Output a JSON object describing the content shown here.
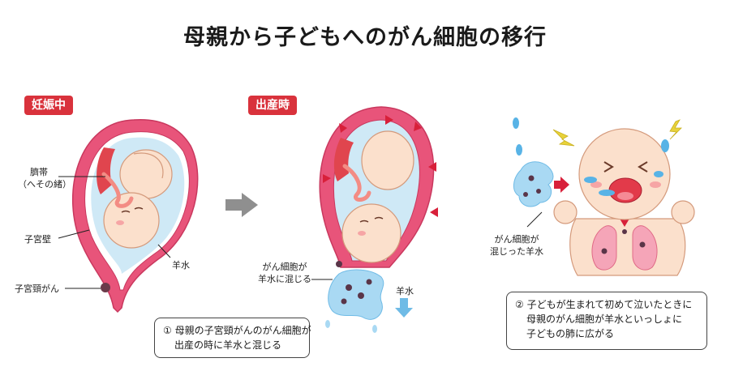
{
  "title": "母親から子どもへのがん細胞の移行",
  "panels": {
    "pregnancy": {
      "badge": "妊娠中",
      "labels": {
        "umbilical_cord": "臍帯",
        "umbilical_cord_note": "（へその緒）",
        "uterine_wall": "子宮壁",
        "amniotic_fluid": "羊水",
        "cervical_cancer": "子宮頸がん"
      }
    },
    "birth": {
      "badge": "出産時",
      "labels": {
        "cells_mix_line1": "がん細胞が",
        "cells_mix_line2": "羊水に混じる",
        "amniotic_fluid": "羊水"
      }
    },
    "newborn": {
      "labels": {
        "mixed_fluid_line1": "がん細胞が",
        "mixed_fluid_line2": "混じった羊水"
      }
    }
  },
  "captions": {
    "step1": {
      "number": "①",
      "line1": "母親の子宮頸がんのがん細胞が",
      "line2": "出産の時に羊水と混じる"
    },
    "step2": {
      "number": "②",
      "line1": "子どもが生まれて初めて泣いたときに",
      "line2": "母親のがん細胞が羊水といっしょに",
      "line3": "子どもの肺に広がる"
    }
  },
  "colors": {
    "uterus": "#e8547a",
    "amniotic": "#cfe9f6",
    "badge": "#d9323c",
    "skin": "#fbe0cc",
    "arrow_gray": "#8f8f8f",
    "arrow_red": "#d8203a",
    "lightning": "#e8d23a",
    "tear": "#58b3e6"
  }
}
